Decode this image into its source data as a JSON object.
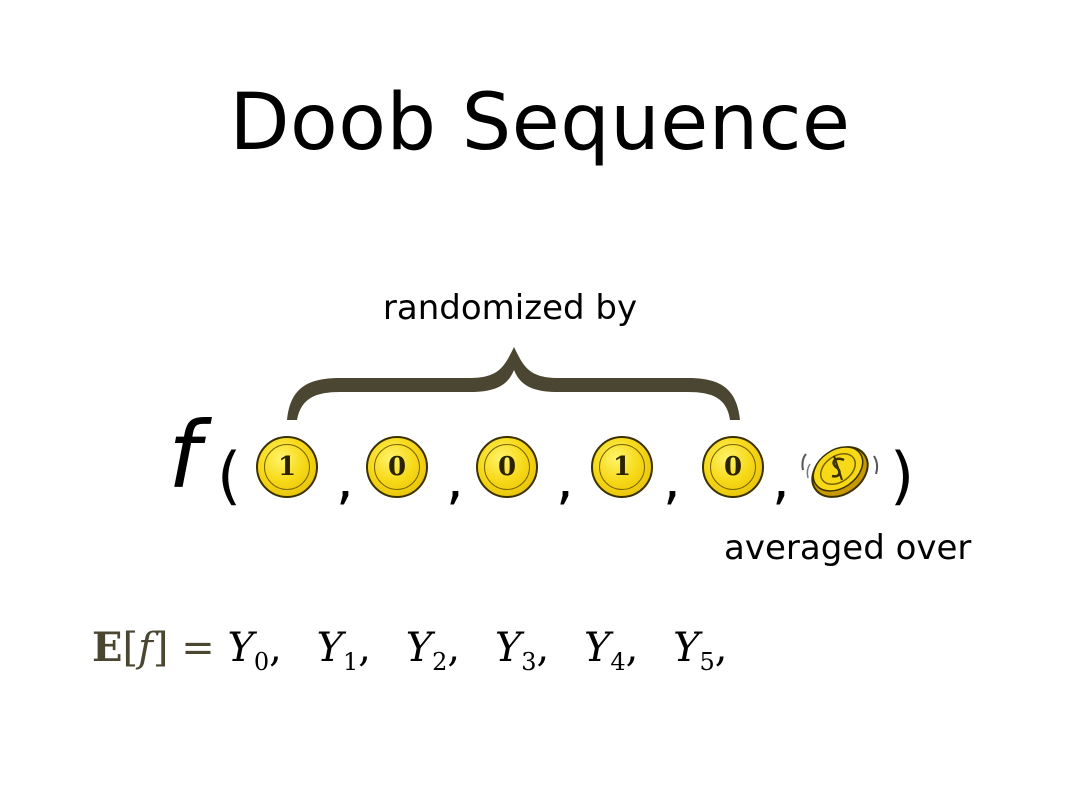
{
  "title": "Doob Sequence",
  "brace_label": "randomized by",
  "function_symbol": "f",
  "paren_open": "(",
  "paren_close": ")",
  "coins": [
    "1",
    "0",
    "0",
    "1",
    "0"
  ],
  "comma": ",",
  "averaged_label": "averaged over",
  "formula": {
    "lhs": "E[f] =",
    "E": "E",
    "bracket_open": "[",
    "f": "f",
    "bracket_close": "]",
    "equals": "=",
    "terms": [
      {
        "sym": "Y",
        "sub": "0",
        "sep": ","
      },
      {
        "sym": "Y",
        "sub": "1",
        "sep": ","
      },
      {
        "sym": "Y",
        "sub": "2",
        "sep": ","
      },
      {
        "sym": "Y",
        "sub": "3",
        "sep": ","
      },
      {
        "sym": "Y",
        "sub": "4",
        "sep": ","
      },
      {
        "sym": "Y",
        "sub": "5",
        "sep": ","
      }
    ]
  },
  "colors": {
    "brace": "#4a4631",
    "coin_fill": "#f7d918",
    "coin_edge": "#3a3000",
    "formula_e": "#4a4631"
  },
  "icons": {
    "spinning_coin": "spinning-coin-icon"
  }
}
